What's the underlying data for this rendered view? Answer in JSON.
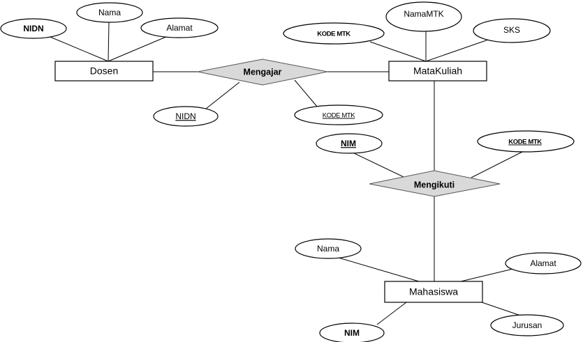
{
  "entities": {
    "dosen": "Dosen",
    "matakuliah": "MataKuliah",
    "mahasiswa": "Mahasiswa"
  },
  "relationships": {
    "mengajar": "Mengajar",
    "mengikuti": "Mengikuti"
  },
  "attributes": {
    "dosen_nidn": "NIDN",
    "dosen_nama": "Nama",
    "dosen_alamat": "Alamat",
    "mengajar_nidn": "NIDN",
    "mengajar_kode_mtk": "KODE MTK",
    "matakuliah_kode_mtk": "KODE MTK",
    "matakuliah_namamtk": "NamaMTK",
    "matakuliah_sks": "SKS",
    "mengikuti_nim": "NIM",
    "mengikuti_kode_mtk": "KODE MTK",
    "mahasiswa_nama": "Nama",
    "mahasiswa_alamat": "Alamat",
    "mahasiswa_nim": "NIM",
    "mahasiswa_jurusan": "Jurusan"
  }
}
